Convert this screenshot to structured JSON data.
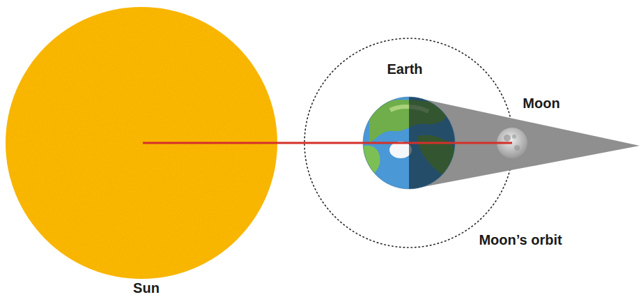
{
  "diagram": {
    "labels": [
      "Earth",
      "Moon",
      "Moon’s orbit",
      "Sun"
    ]
  }
}
